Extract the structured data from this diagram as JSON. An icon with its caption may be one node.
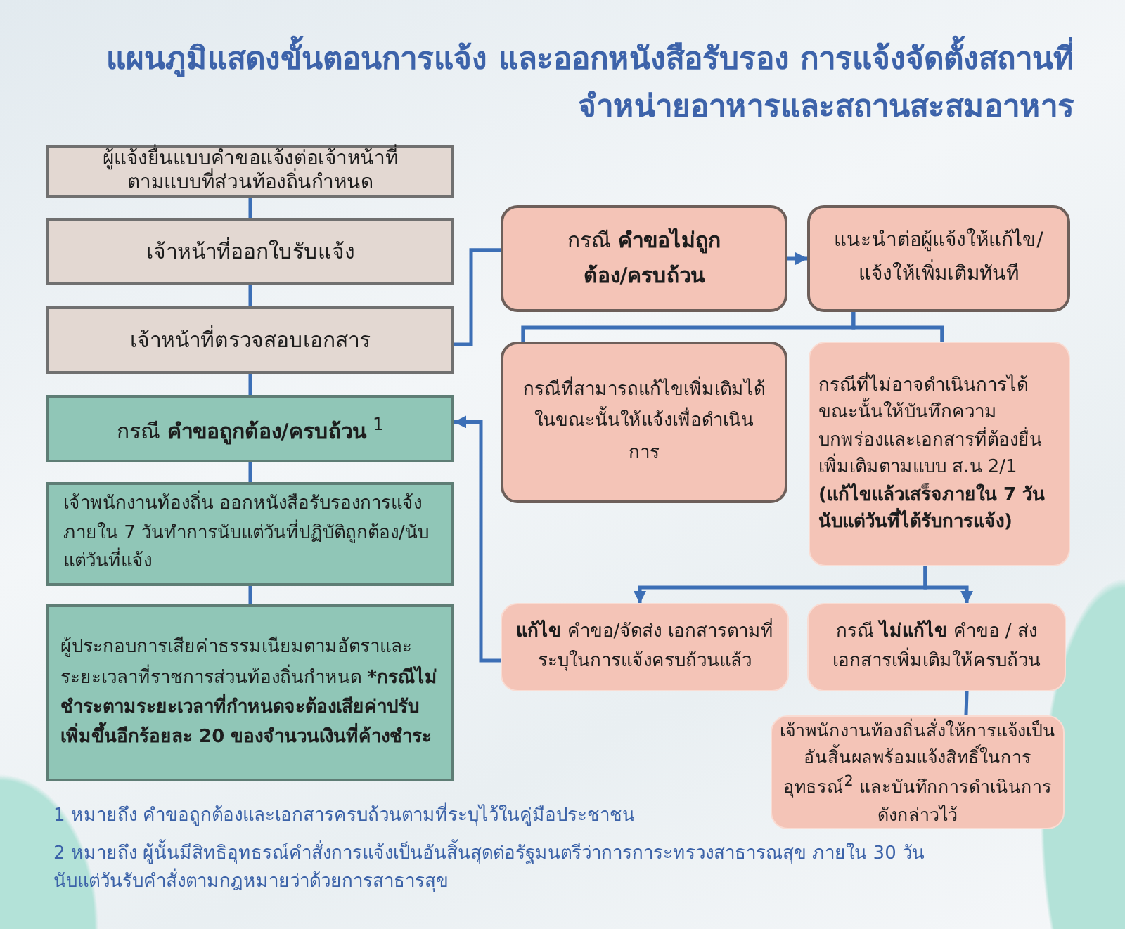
{
  "diagram": {
    "title": "แผนภูมิแสดงขั้นตอนการแจ้ง และออกหนังสือรับรอง การแจ้งจัดตั้งสถานที่จำหน่ายอาหารและสถานสะสมอาหาร",
    "nodes": [
      {
        "text": [
          "ผู้แจ้งยื่นแบบคำขอแจ้งต่อเจ้าหน้าที่ตามแบบที่ส่วนท้องถิ่นกำหนด"
        ]
      },
      {
        "text": [
          "เจ้าหน้าที่ออกใบรับแจ้ง"
        ]
      },
      {
        "text": [
          "เจ้าหน้าที่ตรวจสอบเอกสาร"
        ]
      },
      {
        "text": [
          "กรณี **คำขอถูกต้อง/ครบถ้วน** $^{1}$"
        ]
      },
      {
        "text": [
          "เจ้าพนักงานท้องถิ่น ออกหนังสือรับรองการแจ้งภายใน 7 วันทำการนับแต่วันที่ปฏิบัติถูกต้อง/นับแต่วันที่แจ้ง"
        ]
      },
      {
        "text": [
          "ผู้ประกอบการเสียค่าธรรมเนียมตามอัตราและระยะเวลาที่ราชการส่วนท้องถิ่นกำหนด ***กรณีไม่ชำระตามระยะเวลาที่กำหนดจะต้องเสียค่าปรับเพิ่มขึ้นอีกร้อยละ 20 ของจำนวนเงินที่ค้างชำระ**"
        ]
      },
      {
        "text": [
          "กรณี **คำขอไม่ถูกต้อง/ครบถ้วน**"
        ]
      },
      {
        "text": [
          "แนะนำต่อผู้แจ้งให้แก้ไข/แจ้งให้เพิ่มเติมทันที"
        ]
      },
      {
        "text": [
          "กรณีที่สามารถแก้ไขเพิ่มเติมได้ในขณะนั้นให้แจ้งเพื่อดำเนินการ"
        ]
      },
      {
        "text": [
          "กรณีที่ไม่อาจดำเนินการได้ขณะนั้นให้บันทึกความบกพร่องและเอกสารที่ต้องยื่นเพิ่มเติมตามแบบ ส.น 2/1 **(แก้ไขแล้วเสร็จภายใน 7 วัน นับแต่วันที่ได้รับการแจ้ง)**"
        ]
      },
      {
        "text": [
          "**แก้ไข** คำขอ/จัดส่ง เอกสารตามที่ระบุในการแจ้งครบถ้วนแล้ว"
        ]
      },
      {
        "text": [
          "กรณี **ไม่แก้ไข** คำขอ / ส่งเอกสารเพิ่มเติมให้ครบถ้วน"
        ]
      },
      {
        "text": [
          "เจ้าพนักงานท้องถิ่นสั่งให้การแจ้งเป็นอันสิ้นผลพร้อมแจ้งสิทธิ์ในการอุทธรณ์$^{2}$ และบันทึกการดำเนินการดังกล่าวไว้"
        ]
      }
    ],
    "edges": [
      {
        "from": 0,
        "to": 1,
        "arrow": "none"
      },
      {
        "from": 1,
        "to": 2,
        "arrow": "none"
      },
      {
        "from": 2,
        "to": 3,
        "arrow": "none"
      },
      {
        "from": 3,
        "to": 4,
        "arrow": "none"
      },
      {
        "from": 4,
        "to": 5,
        "arrow": "none"
      },
      {
        "from": 2,
        "to": 6,
        "arrow": "none"
      },
      {
        "from": 6,
        "to": 7,
        "arrow": "to"
      },
      {
        "from": 7,
        "to": 8,
        "arrow": "none"
      },
      {
        "from": 7,
        "to": 9,
        "arrow": "none"
      },
      {
        "from": 9,
        "to": 10,
        "arrow": "to"
      },
      {
        "from": 9,
        "to": 11,
        "arrow": "to"
      },
      {
        "from": 10,
        "to": 3,
        "arrow": "to"
      },
      {
        "from": 11,
        "to": 12,
        "arrow": "none"
      }
    ],
    "labels": [
      "1 หมายถึง คำขอถูกต้องและเอกสารครบถ้วนตามที่ระบุไว้ในคู่มือประชาชน",
      "2 หมายถึง ผู้นั้นมีสิทธิอุทธรณ์คำสั่งการแจ้งเป็นอันสิ้นสุดต่อรัฐมนตรีว่าการการะทรวงสาธารณสุข ภายใน 30 วัน นับแต่วันรับคำสั่งตามกฎหมายว่าด้วยการสาธารสุข"
    ]
  }
}
